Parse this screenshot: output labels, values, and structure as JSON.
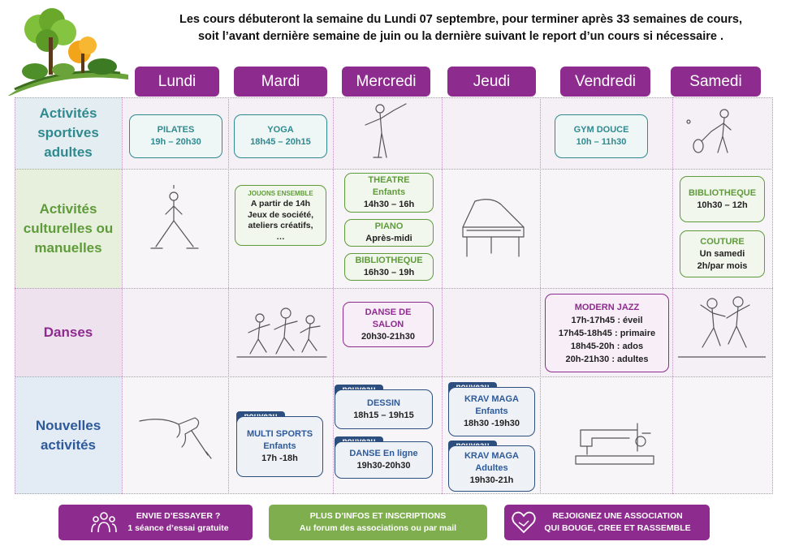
{
  "header": {
    "line1": "Les cours débuteront la semaine du Lundi 07 septembre, pour terminer après 33 semaines de cours,",
    "line2": "soit l’avant dernière semaine de juin ou la dernière suivant le report d’un cours si nécessaire ."
  },
  "days": [
    "Lundi",
    "Mardi",
    "Mercredi",
    "Jeudi",
    "Vendredi",
    "Samedi"
  ],
  "categories": [
    {
      "name": "Activités sportives adultes",
      "color": "#2f8a8f"
    },
    {
      "name": "Activités culturelles ou manuelles",
      "color": "#5f9b3a"
    },
    {
      "name": "Danses",
      "color": "#8e2b8e"
    },
    {
      "name": "Nouvelles activités",
      "color": "#2d5a9a"
    }
  ],
  "activities": {
    "pilates": {
      "title": "PILATES",
      "time": "19h – 20h30"
    },
    "yoga": {
      "title": "YOGA",
      "time": "18h45 – 20h15"
    },
    "gym_douce": {
      "title": "GYM DOUCE",
      "time": "10h – 11h30"
    },
    "jouons": {
      "title": "JOUONS ENSEMBLE",
      "l1": "A partir de 14h",
      "l2": "Jeux de société,",
      "l3": "ateliers créatifs,",
      "l4": "…"
    },
    "theatre": {
      "title": "THEATRE",
      "sub": "Enfants",
      "time": "14h30 – 16h"
    },
    "piano": {
      "title": "PIANO",
      "time": "Après-midi"
    },
    "biblio_mer": {
      "title": "BIBLIOTHEQUE",
      "time": "16h30 – 19h"
    },
    "biblio_sam": {
      "title": "BIBLIOTHEQUE",
      "time": "10h30 – 12h"
    },
    "couture": {
      "title": "COUTURE",
      "l1": "Un samedi",
      "l2": "2h/par mois"
    },
    "salon": {
      "title1": "DANSE DE",
      "title2": "SALON",
      "time": "20h30-21h30"
    },
    "jazz": {
      "title": "MODERN JAZZ",
      "l1": "17h-17h45 : éveil",
      "l2": "17h45-18h45 : primaire",
      "l3": "18h45-20h : ados",
      "l4": "20h-21h30 : adultes"
    },
    "multisports": {
      "badge": "nouveau",
      "title": "MULTI SPORTS",
      "sub": "Enfants",
      "time": "17h -18h"
    },
    "dessin": {
      "badge": "nouveau",
      "title": "DESSIN",
      "time": "18h15 – 19h15"
    },
    "danse_ligne": {
      "badge": "nouveau",
      "title": "DANSE En ligne",
      "time": "19h30-20h30"
    },
    "krav_enf": {
      "badge": "nouveau",
      "title": "KRAV MAGA",
      "sub": "Enfants",
      "time": "18h30 -19h30"
    },
    "krav_adu": {
      "badge": "nouveau",
      "title": "KRAV MAGA",
      "sub": "Adultes",
      "time": "19h30-21h"
    }
  },
  "footer": {
    "essayer": {
      "l1": "ENVIE D’ESSAYER ?",
      "l2": "1 séance d’essai gratuite",
      "color": "#8e2b8e"
    },
    "infos": {
      "l1": "PLUS D’INFOS ET INSCRIPTIONS",
      "l2": "Au forum des associations ou par mail",
      "color": "#7fae4f"
    },
    "rejoignez": {
      "l1": "REJOIGNEZ UNE ASSOCIATION",
      "l2": "QUI BOUGE, CREE ET RASSEMBLE",
      "color": "#8e2b8e"
    }
  }
}
